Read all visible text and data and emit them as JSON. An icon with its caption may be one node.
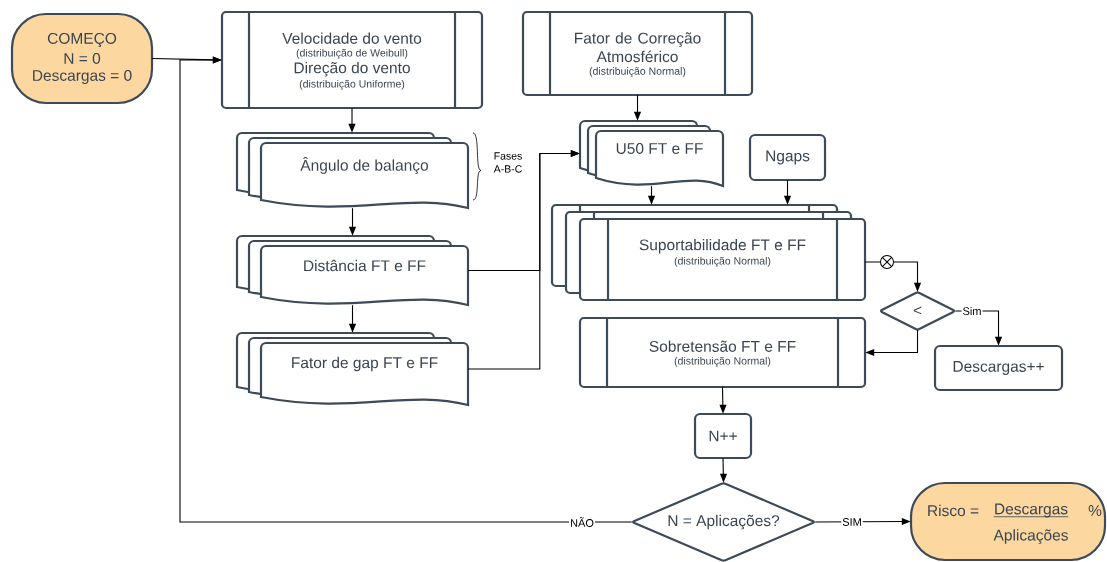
{
  "diagram": {
    "nodes": [
      {
        "text": [
          "COMEÇO",
          "N = 0",
          "Descargas = 0"
        ]
      },
      {
        "text": [
          "Velocidade do vento",
          "(distribuição de Weibull)",
          "Direção do vento",
          "(distribuição Uniforme)"
        ]
      },
      {
        "text": [
          "Fator de Correção Atmosférico",
          "(distribuição Normal)"
        ]
      },
      {
        "text": [
          "Ângulo de balanço"
        ],
        "beside": [
          "Fases A-B-C"
        ]
      },
      {
        "text": [
          "Distância FT e FF"
        ]
      },
      {
        "text": [
          "Fator de gap FT e FF"
        ]
      },
      {
        "text": [
          "U50 FT e FF"
        ]
      },
      {
        "text": [
          "Ngaps"
        ]
      },
      {
        "text": [
          "Suportabilidade FT e FF",
          "(distribuição Normal)"
        ]
      },
      {
        "text": [
          "<"
        ]
      },
      {
        "text": [
          "Sobretensão FT e FF",
          "(distribuição Normal)"
        ]
      },
      {
        "text": [
          "Descargas++"
        ]
      },
      {
        "text": [
          "N++"
        ]
      },
      {
        "text": [
          "N = Aplicações?"
        ]
      },
      {
        "text": [
          "Risco =",
          "Descargas",
          "%",
          "Aplicações"
        ]
      }
    ],
    "edges": [
      {
        "from": 0,
        "to": 1,
        "arrow": "to"
      },
      {
        "from": 13,
        "to": 1,
        "arrow": "to",
        "label": "NÃO"
      },
      {
        "from": 1,
        "to": 3,
        "arrow": "to"
      },
      {
        "from": 3,
        "to": 4,
        "arrow": "to"
      },
      {
        "from": 4,
        "to": 5,
        "arrow": "to"
      },
      {
        "from": 4,
        "to": 6,
        "arrow": "to"
      },
      {
        "from": 5,
        "to": 6,
        "arrow": "to"
      },
      {
        "from": 2,
        "to": 6,
        "arrow": "to"
      },
      {
        "from": 6,
        "to": 8,
        "arrow": "to"
      },
      {
        "from": 7,
        "to": 8,
        "arrow": "to"
      },
      {
        "from": 8,
        "to": 9,
        "arrow": "to"
      },
      {
        "from": 9,
        "to": 11,
        "arrow": "to",
        "label": "Sim"
      },
      {
        "from": 9,
        "to": 10,
        "arrow": "to"
      },
      {
        "from": 10,
        "to": 12,
        "arrow": "to"
      },
      {
        "from": 12,
        "to": 13,
        "arrow": "to"
      },
      {
        "from": 13,
        "to": 14,
        "arrow": "to",
        "label": "SIM"
      }
    ]
  }
}
